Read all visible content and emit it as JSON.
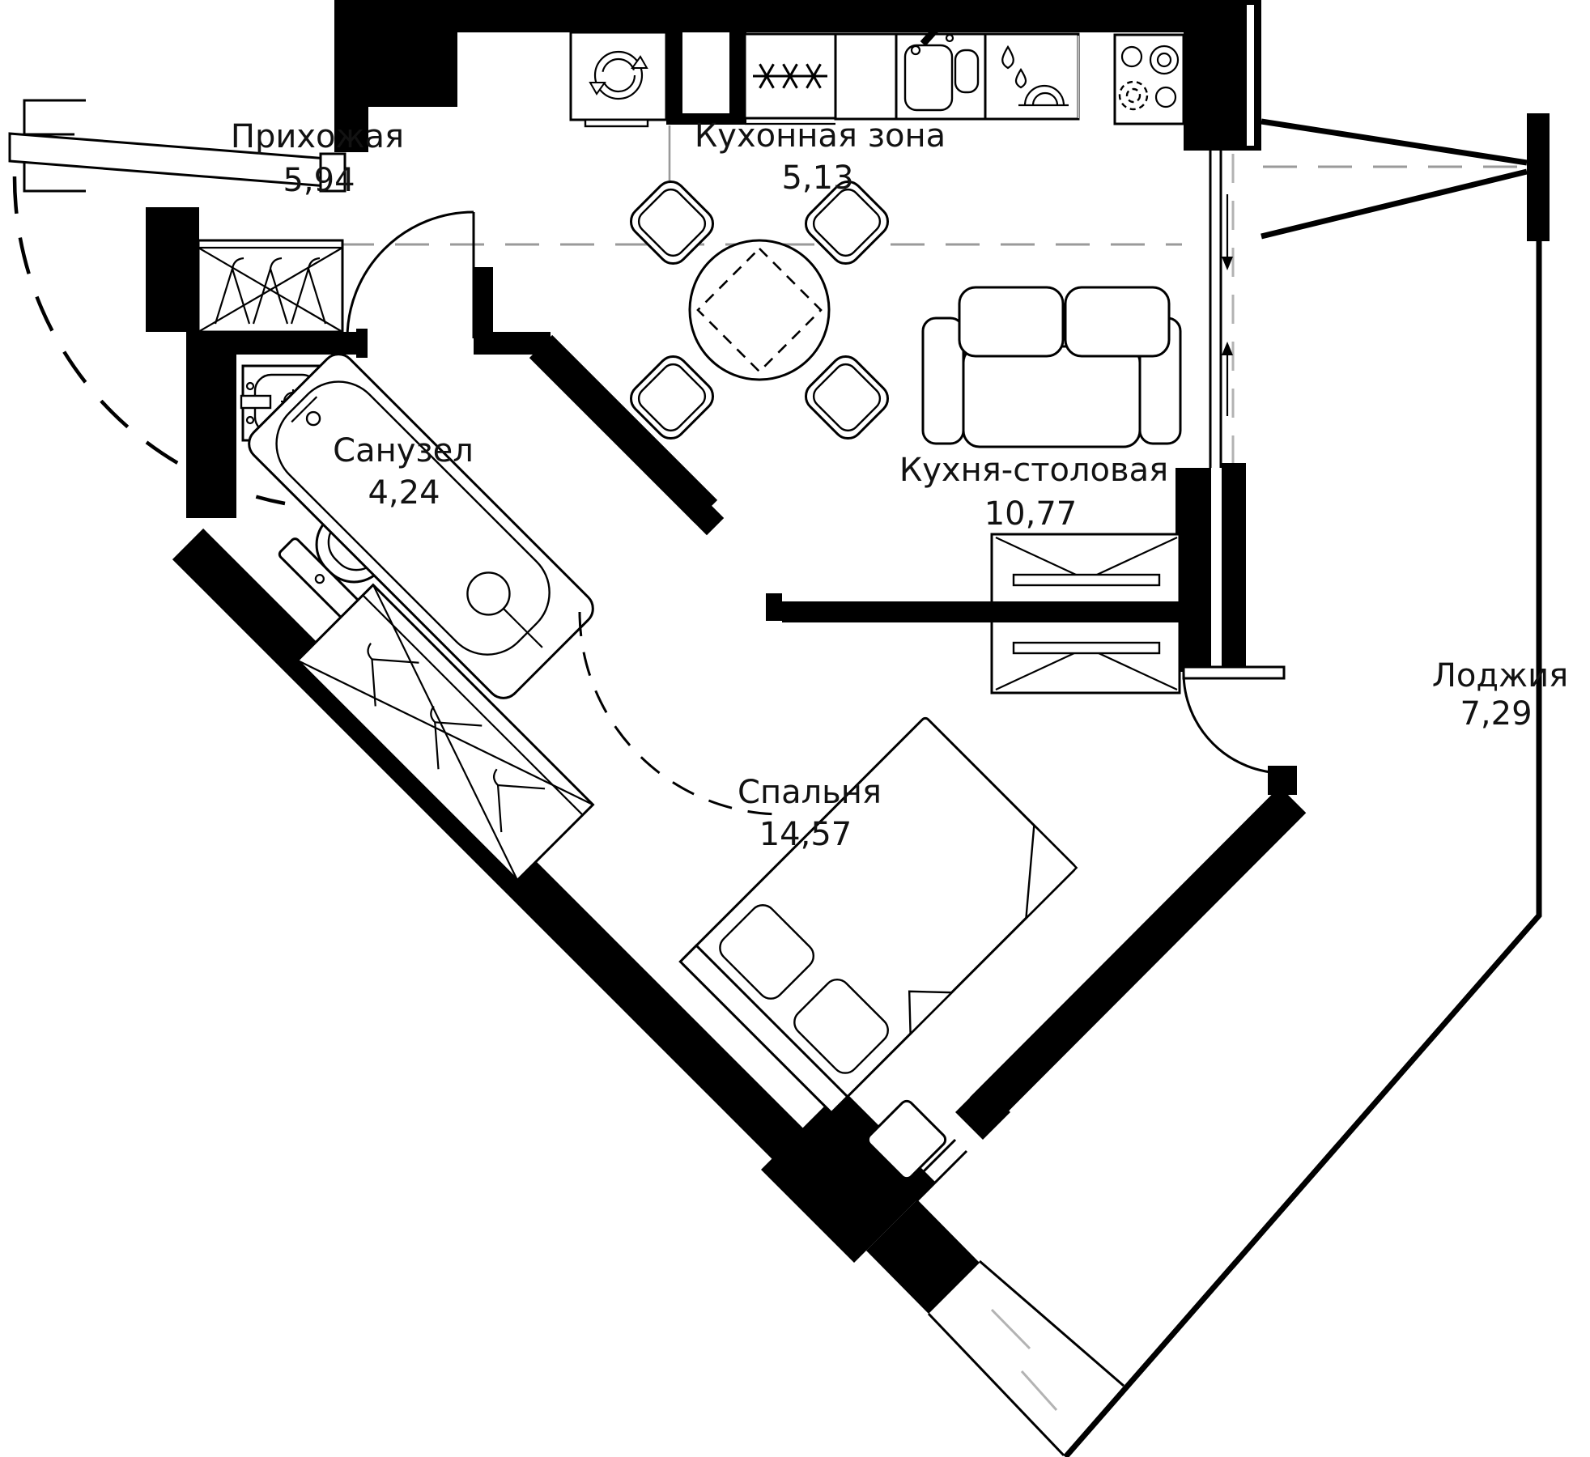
{
  "rooms": [
    {
      "id": "hallway",
      "name": "Прихожая",
      "area": "5,94"
    },
    {
      "id": "kitchen-zone",
      "name": "Кухонная зона",
      "area": "5,13"
    },
    {
      "id": "bathroom",
      "name": "Санузел",
      "area": "4,24"
    },
    {
      "id": "kitchen-dining",
      "name": "Кухня-столовая",
      "area": "10,77"
    },
    {
      "id": "bedroom",
      "name": "Спальня",
      "area": "14,57"
    },
    {
      "id": "loggia",
      "name": "Лоджия",
      "area": "7,29"
    }
  ],
  "colors": {
    "wall": "#000000",
    "background": "#ffffff",
    "guide": "#9a9a9a",
    "glass_dash": "#b3b3b3"
  },
  "icons": [
    "washing-machine-icon",
    "duct-shaft-icon",
    "freezer-icon",
    "kitchen-sink-icon",
    "dishwasher-icon",
    "stove-icon",
    "dining-table",
    "chair",
    "sofa",
    "hanger-wardrobe",
    "washbasin",
    "toilet",
    "bathtub",
    "sliding-closet",
    "bed",
    "nightstand",
    "entrance-door",
    "interior-door",
    "loggia-door",
    "window-arrows"
  ]
}
